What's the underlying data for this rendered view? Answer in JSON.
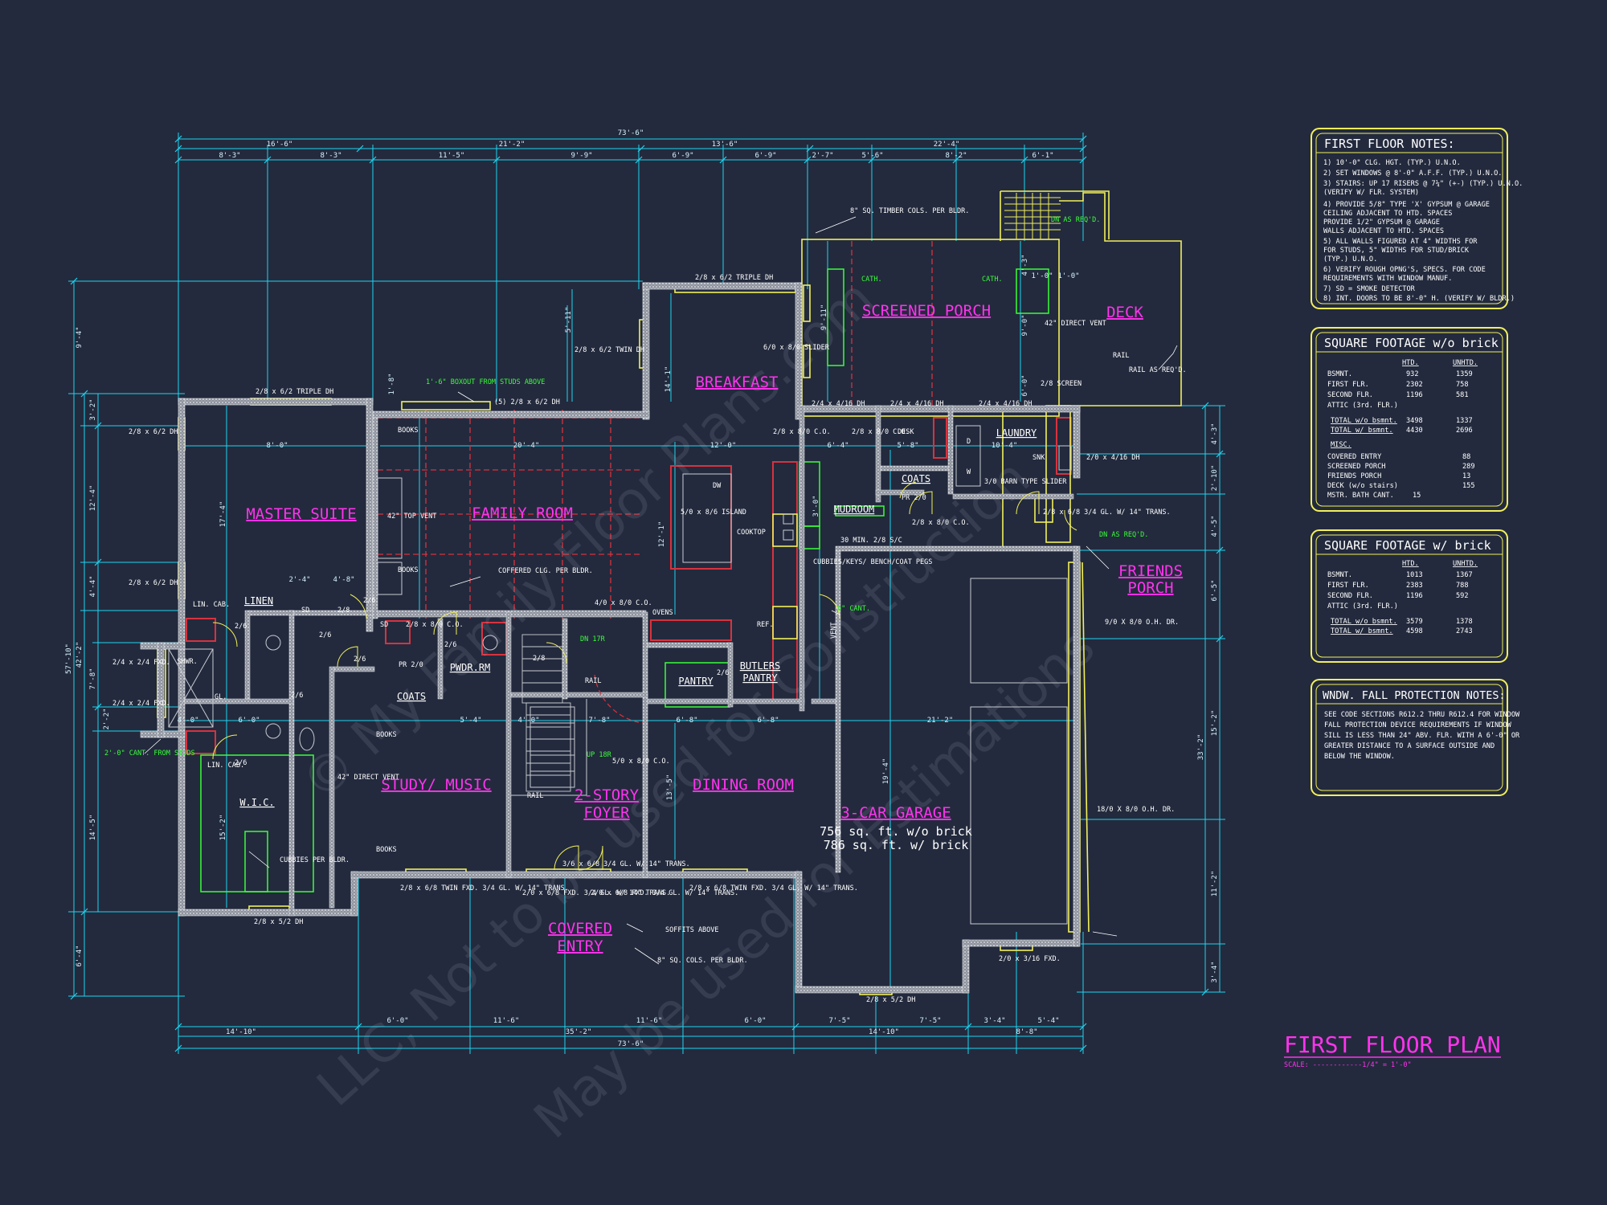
{
  "colors": {
    "background": "#232a3d",
    "dimension": "#1ed4f0",
    "wall": "#c9ccd2",
    "yellow": "#f2f05a",
    "magenta": "#ff33ee",
    "red": "#d8323f",
    "green": "#39ff39"
  },
  "title": {
    "main": "FIRST FLOOR PLAN",
    "scale": "SCALE: ------------1/4\" = 1'-0\""
  },
  "watermark": {
    "line1": "© My Family Floor Plans.com",
    "line2": "LLC, Not to be used for Construction",
    "line3": "May be used for Estimations"
  },
  "rooms": {
    "master_suite": "MASTER SUITE",
    "family_room": "FAMILY ROOM",
    "breakfast": "BREAKFAST",
    "screened_porch": "SCREENED PORCH",
    "deck": "DECK",
    "laundry": "LAUNDRY",
    "coats_upper": "COATS",
    "mudroom": "MUDROOM",
    "friends_porch_1": "FRIENDS",
    "friends_porch_2": "PORCH",
    "linen": "LINEN",
    "coats_lower": "COATS",
    "pwdr_rm": "PWDR.RM",
    "pantry": "PANTRY",
    "butlers_pantry_1": "BUTLERS",
    "butlers_pantry_2": "PANTRY",
    "study_music": "STUDY/ MUSIC",
    "foyer_1": "2-STORY",
    "foyer_2": "FOYER",
    "dining_room": "DINING ROOM",
    "garage": "3-CAR GARAGE",
    "garage_area_1": "756 sq. ft. w/o brick",
    "garage_area_2": "786 sq. ft. w/ brick",
    "covered_entry_1": "COVERED",
    "covered_entry_2": "ENTRY",
    "wic": "W.I.C.",
    "shwr": "SHWR."
  },
  "dimensions": {
    "top_overall": "73'-6\"",
    "top_l1": [
      "16'-6\"",
      "21'-2\"",
      "13'-6\"",
      "22'-4\""
    ],
    "top_l2": [
      "8'-3\"",
      "8'-3\"",
      "11'-5\"",
      "9'-9\"",
      "6'-9\"",
      "6'-9\"",
      "2'-7\"",
      "5'-6\"",
      "8'-2\"",
      "6'-1\""
    ],
    "bottom_overall": "73'-6\"",
    "bottom_l1": [
      "14'-10\"",
      "35'-2\"",
      "14'-10\"",
      "8'-8\""
    ],
    "bottom_l2": [
      "6'-0\"",
      "11'-6\"",
      "11'-6\"",
      "6'-0\"",
      "7'-5\"",
      "7'-5\"",
      "3'-4\"",
      "5'-4\""
    ],
    "left_overall": "57'-10\"",
    "left_l1": [
      "9'-4\"",
      "42'-2\"",
      "6'-4\""
    ],
    "left_l2": [
      "3'-2\"",
      "12'-4\"",
      "4'-4\"",
      "7'-8\"",
      "2'-2\"",
      "14'-5\""
    ],
    "right_l1": [
      "33'-2\""
    ],
    "right_l2": [
      "4'-3\"",
      "2'-10\"",
      "4'-5\"",
      "6'-5\"",
      "15'-2\"",
      "11'-2\"",
      "3'-4\""
    ],
    "interior": [
      "8'-0\"",
      "20'-4\"",
      "12'-0\"",
      "6'-4\"",
      "5'-8\"",
      "10'-4\"",
      "2'-4\"",
      "4'-8\"",
      "6'-0\"",
      "4'-0\"",
      "5'-4\"",
      "4'-0\"",
      "7'-8\"",
      "6'-8\"",
      "6'-8\"",
      "21'-2\"",
      "17'-4\"",
      "12'-1\"",
      "13'-5\"",
      "19'-4\"",
      "15'-2\"",
      "14'-1\"",
      "5'-11\"",
      "9'-11\"",
      "1'-8\"",
      "1'-0\"",
      "1'-0\"",
      "4'-3\"",
      "9'-0\"",
      "6'-0\"",
      "3'-0\""
    ]
  },
  "callouts": {
    "triple_dh_master": "2/8 x 6/2 TRIPLE DH",
    "triple_dh_breakfast": "2/8 x 6/2 TRIPLE DH",
    "twin_dh": "2/8 x 6/2 TWIN DH",
    "slider": "6/0 x 8/0 SLIDER",
    "boxout": "1'-6\" BOXOUT FROM STUDS ABOVE",
    "fam_dh": "(5) 2/8 x 6/2 DH",
    "dh_left_1": "2/8 x 6/2 DH",
    "dh_left_2": "2/8 x 6/2 DH",
    "fxd_1": "2/4 x 2/4 FXD.",
    "fxd_2": "2/4 x 2/4 FXD.",
    "cant_left": "2'-0\" CANT. FROM STUDS",
    "timber_cols": "8\" SQ. TIMBER COLS. PER BLDR.",
    "dh_416_1": "2/4 x 4/16 DH",
    "dh_416_2": "2/4 x 4/16 DH",
    "dh_416_3": "2/4 x 4/16 DH",
    "dh_416_4": "2/0 x 4/16 DH",
    "cath_1": "CATH.",
    "cath_2": "CATH.",
    "dn_reqd_top": "DN AS REQ'D.",
    "dn_reqd_mid": "DN AS REQ'D.",
    "direct_vent_porch": "42\" DIRECT VENT",
    "screen": "2/8 SCREEN",
    "rail_reqd": "RAIL AS REQ'D.",
    "top_vent": "42\" TOP VENT",
    "direct_vent_study": "42\" DIRECT VENT",
    "books_1": "BOOKS",
    "books_2": "BOOKS",
    "books_3": "BOOKS",
    "books_4": "BOOKS",
    "coffered": "COFFERED CLG. PER BLDR.",
    "co_28_1": "2/8 x 8/0 C.O.",
    "co_28_2": "2/8 x 8/0 C.O.",
    "co_28_3": "2/8 x 8/0 C.O.",
    "co_28_4": "2/8 x 8/0 C.O.",
    "co_40": "4/0 x 8/0 C.O.",
    "co_50": "5/0 x 8/0 C.O.",
    "island": "5/0 x 8/6 ISLAND",
    "dw": "DW",
    "cooktop": "COOKTOP",
    "ovens": "OVENS",
    "ref": "REF.",
    "cant_6": "6\" CANT.",
    "vent": "VENT",
    "cubbies_mud": "CUBBIES/KEYS/ BENCH/COAT PEGS",
    "min_30": "30 MIN. 2/8 S/C",
    "desk": "DESK",
    "barn": "3/0 BARN TYPE SLIDER",
    "snk": "SNK",
    "d": "D",
    "w": "W",
    "pr_20_1": "PR 2/0",
    "pr_20_2": "PR 2/0",
    "trans_door": "2/8 x 6/8 3/4 GL. W/ 14\" TRANS.",
    "ohd_small": "9/0 X 8/0 O.H. DR.",
    "ohd_large": "18/0 X 8/0 O.H. DR.",
    "fxd_316": "2/0 x 3/16 FXD.",
    "dh_bottom_garage": "2/8 x 5/2 DH",
    "dh_bottom_master": "2/8 x 5/2 DH",
    "twin_fxd_left": "2/8 x 6/8 TWIN FXD. 3/4 GL. W/ 14\" TRANS.",
    "twin_fxd_right": "2/8 x 6/8 TWIN FXD. 3/4 GL. W/ 14\" TRANS.",
    "entry_door": "3/6 x 6/8 3/4 GL. W/ 14\" TRANS.",
    "entry_fxd_l": "2/0 x 6/8 FXD. 3/4 GL. W/ 14\" TRANS.",
    "entry_fxd_r": "2/0 x 6/8 FXD. 3/4 GL. W/ 14\" TRANS.",
    "soffits": "SOFFITS ABOVE",
    "cols_8": "8\" SQ. COLS. PER BLDR.",
    "cubbies_wic": "CUBBIES PER BLDR.",
    "rail_1": "RAIL",
    "rail_2": "RAIL",
    "rail_3": "RAIL",
    "up_18r_1": "UP 18R",
    "dn_18r": "DN 17R",
    "lin_cab_1": "LIN. CAB.",
    "lin_cab_2": "LIN. CAB.",
    "d28_1": "2/8",
    "d28_2": "2/8",
    "d26_1": "2/6",
    "d26_2": "2/6",
    "d26_3": "2/6",
    "d26_4": "2/6",
    "d26_5": "2/6",
    "d26_6": "2/6",
    "d26_7": "2/6",
    "d26_8": "2/6",
    "gl": "GL.",
    "sd_1": "SD",
    "sd_2": "SD"
  },
  "notes_panel": {
    "title": "FIRST FLOOR NOTES:",
    "lines": [
      "1) 10'-0\" CLG. HGT. (TYP.) U.N.O.",
      "2) SET WINDOWS @ 8'-0\" A.F.F. (TYP.) U.N.O.",
      "3) STAIRS: UP 17 RISERS @ 7¼\" (+-) (TYP.) U.N.O.",
      "   (VERIFY W/ FLR. SYSTEM)",
      "4) PROVIDE 5/8\" TYPE 'X' GYPSUM @ GARAGE",
      "   CEILING ADJACENT TO HTD. SPACES",
      "   PROVIDE 1/2\" GYPSUM @ GARAGE",
      "   WALLS ADJACENT TO HTD. SPACES",
      "5) ALL WALLS FIGURED AT 4\" WIDTHS FOR",
      "   FOR STUDS, 5\" WIDTHS FOR STUD/BRICK",
      "   (TYP.) U.N.O.",
      "6) VERIFY ROUGH OPNG'S, SPECS. FOR CODE",
      "   REQUIREMENTS WITH WINDOW MANUF.",
      "7) SD = SMOKE DETECTOR",
      "8) INT. DOORS TO BE 8'-0\" H. (VERIFY W/ BLDR.)"
    ]
  },
  "sqft_without_brick": {
    "title": "SQUARE FOOTAGE w/o brick",
    "col_htd": "HTD.",
    "col_unhtd": "UNHTD.",
    "rows": [
      {
        "label": "BSMNT.",
        "htd": "932",
        "unhtd": "1359"
      },
      {
        "label": "FIRST FLR.",
        "htd": "2302",
        "unhtd": "758"
      },
      {
        "label": "SECOND FLR.",
        "htd": "1196",
        "unhtd": "581"
      },
      {
        "label": "ATTIC (3rd. FLR.)",
        "htd": "",
        "unhtd": ""
      },
      {
        "label": "TOTAL w/o bsmnt.",
        "htd": "3498",
        "unhtd": "1337"
      },
      {
        "label": "TOTAL w/ bsmnt.",
        "htd": "4430",
        "unhtd": "2696"
      }
    ],
    "misc_label": "MISC.",
    "misc_rows": [
      {
        "label": "COVERED ENTRY",
        "value": "88"
      },
      {
        "label": "SCREENED PORCH",
        "value": "289"
      },
      {
        "label": "FRIENDS PORCH",
        "value": "13"
      },
      {
        "label": "DECK (w/o stairs)",
        "value": "155"
      },
      {
        "label": "MSTR. BATH CANT.",
        "value": "15"
      }
    ]
  },
  "sqft_with_brick": {
    "title": "SQUARE FOOTAGE w/ brick",
    "col_htd": "HTD.",
    "col_unhtd": "UNHTD.",
    "rows": [
      {
        "label": "BSMNT.",
        "htd": "1013",
        "unhtd": "1367"
      },
      {
        "label": "FIRST FLR.",
        "htd": "2383",
        "unhtd": "788"
      },
      {
        "label": "SECOND FLR.",
        "htd": "1196",
        "unhtd": "592"
      },
      {
        "label": "ATTIC (3rd. FLR.)",
        "htd": "",
        "unhtd": ""
      },
      {
        "label": "TOTAL w/o bsmnt.",
        "htd": "3579",
        "unhtd": "1378"
      },
      {
        "label": "TOTAL w/ bsmnt.",
        "htd": "4598",
        "unhtd": "2743"
      }
    ]
  },
  "fall_panel": {
    "title": "WNDW. FALL PROTECTION NOTES:",
    "lines": [
      "SEE CODE SECTIONS R612.2 THRU R612.4 FOR WINDOW",
      "FALL PROTECTION DEVICE REQUIREMENTS IF WINDOW",
      "SILL IS LESS THAN 24\" ABV. FLR. WITH A 6'-0\" OR",
      "GREATER DISTANCE TO A SURFACE OUTSIDE AND",
      "BELOW THE WINDOW."
    ]
  }
}
